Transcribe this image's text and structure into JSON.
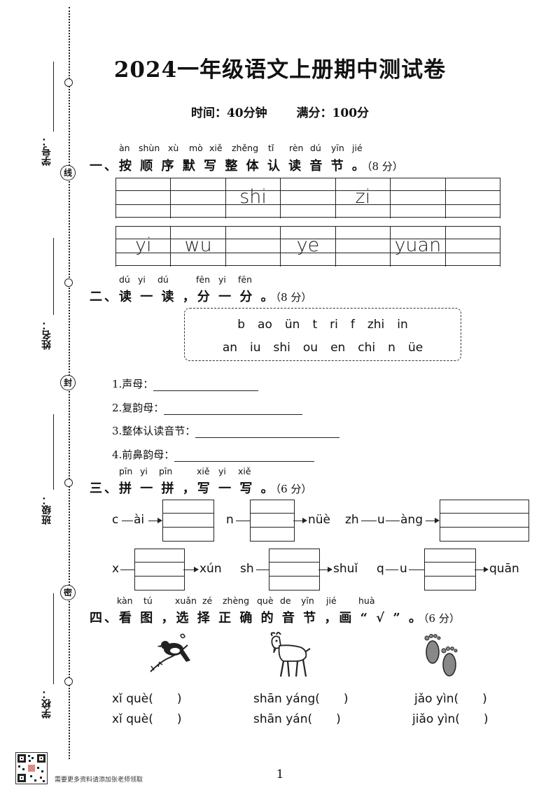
{
  "title": "2024一年级语文上册期中测试卷",
  "meta": {
    "time": "时间：40分钟",
    "score": "满分：100分"
  },
  "binding": {
    "labels": [
      "学号：",
      "姓名：",
      "班级：",
      "学校："
    ],
    "circle_chars": [
      "线",
      "封",
      "密"
    ]
  },
  "section1": {
    "pinyin": [
      "àn",
      "shùn",
      "xù",
      "mò",
      "xiě",
      "zhěng",
      "tǐ",
      "rèn",
      "dú",
      "yīn",
      "jié"
    ],
    "heading": "一、按 顺 序 默 写 整 体 认 读 音 节 。",
    "score": "（8 分）",
    "row1": [
      "",
      "",
      "shi",
      "",
      "zi",
      "",
      ""
    ],
    "row2": [
      "yi",
      "wu",
      "",
      "ye",
      "",
      "yuan",
      ""
    ]
  },
  "section2": {
    "pinyin": [
      "dú",
      "yi",
      "dú",
      "fēn",
      "yi",
      "fēn"
    ],
    "heading": "二、读 一 读 ，分 一 分 。",
    "score": "（8 分）",
    "box_row1": [
      "b",
      "ao",
      "ün",
      "t",
      "ri",
      "f",
      "zhi",
      "in"
    ],
    "box_row2": [
      "an",
      "iu",
      "shi",
      "ou",
      "en",
      "chi",
      "n",
      "üe"
    ],
    "questions": [
      "1.声母：",
      "2.复韵母：",
      "3.整体认读音节：",
      "4.前鼻韵母："
    ]
  },
  "section3": {
    "pinyin": [
      "pīn",
      "yi",
      "pīn",
      "xiě",
      "yi",
      "xiě"
    ],
    "heading": "三、拼 一 拼 ，写 一 写 。",
    "score": "（6 分）",
    "items": {
      "a1": "c",
      "a2": "ài",
      "b1": "n",
      "b2": "nüè",
      "c1": "zh",
      "c2": "u",
      "c3": "àng",
      "d1": "x",
      "d2": "xún",
      "e1": "sh",
      "e2": "shuǐ",
      "f1": "q",
      "f2": "u",
      "f3": "quān"
    }
  },
  "section4": {
    "pinyin": [
      "kàn",
      "tú",
      "xuǎn",
      "zé",
      "zhèng",
      "què",
      "de",
      "yīn",
      "jié",
      "huà"
    ],
    "heading": "四、看 图 ，选 择 正 确 的 音 节 ，画 “ √ ” 。",
    "score": "（6 分）",
    "choices": [
      [
        "xǐ què(　　)",
        "xǐ què(　　)"
      ],
      [
        "shān yáng(　　)",
        "shān yán(　　)"
      ],
      [
        "jǎo yìn(　　)",
        "jiǎo yìn(　　)"
      ]
    ]
  },
  "footer": {
    "note": "需要更多资料请添加张老师领取",
    "page": "1"
  }
}
